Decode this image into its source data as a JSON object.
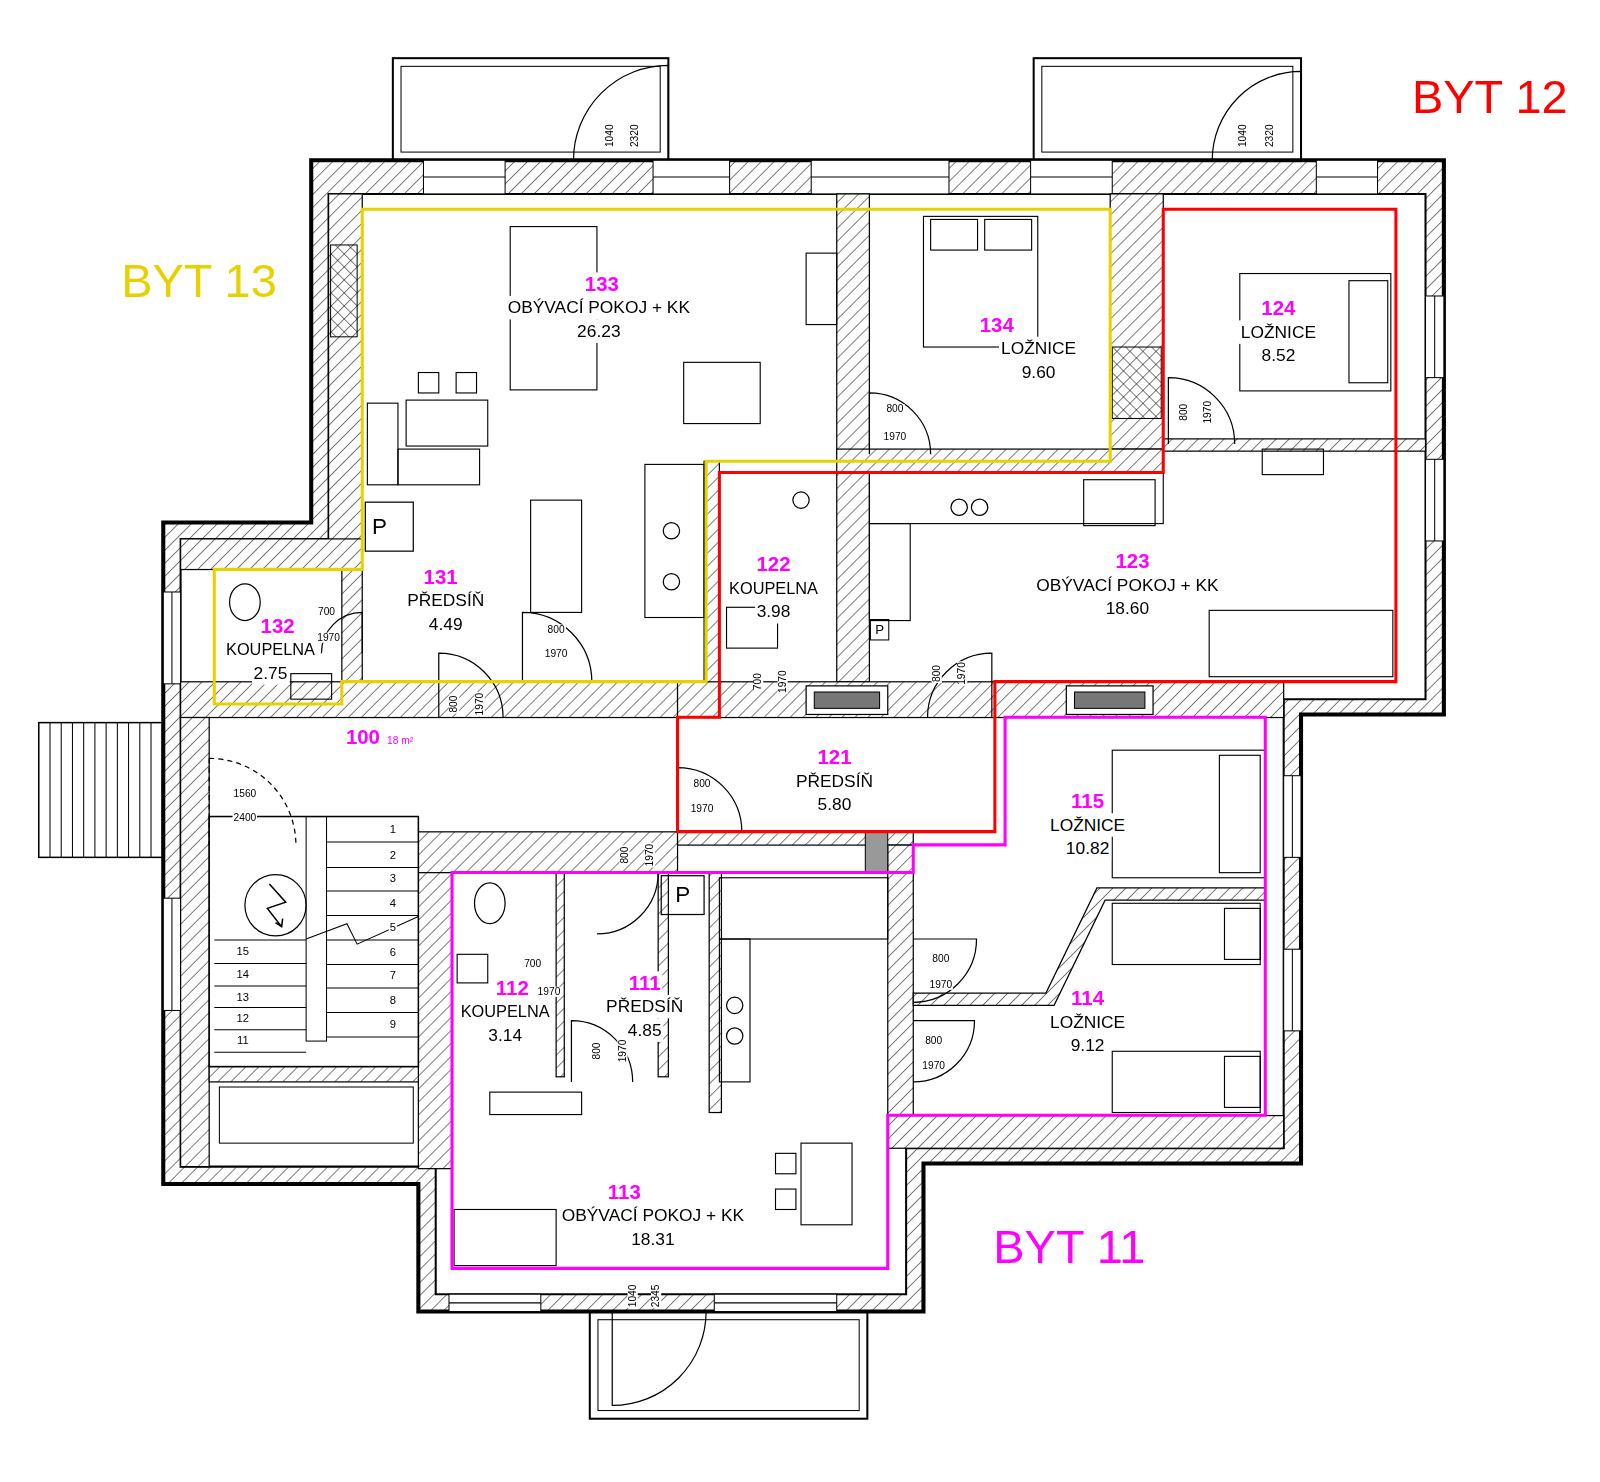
{
  "diagram": {
    "nodes": [
      {
        "text": [
          "BYT 13"
        ]
      },
      {
        "text": [
          "133",
          "OBÝVACÍ POKOJ + KK",
          "26.23"
        ],
        "in": 0
      },
      {
        "text": [
          "134",
          "LOŽNICE",
          "9.60"
        ],
        "in": 0
      },
      {
        "text": [
          "132",
          "KOUPELNA",
          "2.75"
        ],
        "in": 0
      },
      {
        "text": [
          "131",
          "PŘEDSÍŇ",
          "4.49"
        ],
        "in": 0
      },
      {
        "text": [
          "BYT 12"
        ]
      },
      {
        "text": [
          "124",
          "LOŽNICE",
          "8.52"
        ],
        "in": 5
      },
      {
        "text": [
          "122",
          "KOUPELNA",
          "3.98"
        ],
        "in": 5
      },
      {
        "text": [
          "123",
          "OBÝVACÍ POKOJ + KK",
          "18.60"
        ],
        "in": 5
      },
      {
        "text": [
          "121",
          "PŘEDSÍŇ",
          "5.80"
        ],
        "in": 5
      },
      {
        "text": [
          "100",
          "18 m²"
        ]
      },
      {
        "text": [
          "BYT 11"
        ]
      },
      {
        "text": [
          "115",
          "LOŽNICE",
          "10.82"
        ],
        "in": 11
      },
      {
        "text": [
          "112",
          "KOUPELNA",
          "3.14"
        ],
        "in": 11
      },
      {
        "text": [
          "111",
          "PŘEDSÍŇ",
          "4.85"
        ],
        "in": 11
      },
      {
        "text": [
          "114",
          "LOŽNICE",
          "9.12"
        ],
        "in": 11
      },
      {
        "text": [
          "113",
          "OBÝVACÍ POKOJ + KK",
          "18.31"
        ],
        "in": 11
      }
    ],
    "labels": [
      "1040",
      "2320",
      "1040",
      "2320",
      "800",
      "1970",
      "800",
      "1970",
      "700",
      "1970",
      "800",
      "1970",
      "800",
      "1970",
      "700",
      "1970",
      "800",
      "1970",
      "1560",
      "2400",
      "800",
      "1970",
      "800",
      "1970",
      "700",
      "1970",
      "800",
      "1970",
      "800",
      "1970",
      "800",
      "1970",
      "1040",
      "2345",
      "1",
      "2",
      "3",
      "4",
      "5",
      "6",
      "7",
      "8",
      "9",
      "15",
      "14",
      "13",
      "12",
      "11",
      "P",
      "P",
      "P"
    ]
  }
}
